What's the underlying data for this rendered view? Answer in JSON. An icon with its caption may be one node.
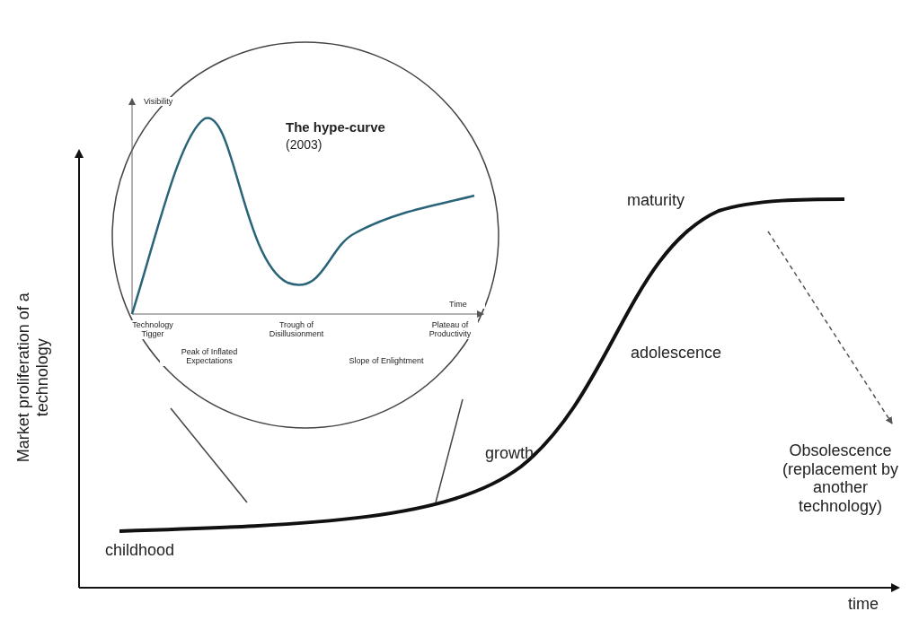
{
  "diagram": {
    "labels": [
      "Visibility",
      "The hype-curve",
      "(2003)",
      "maturity",
      "Market proliferation of a technology",
      "Time",
      "Technology Tigger",
      "Trough of Disillusionment",
      "Plateau of Productivity",
      "Peak of Inflated Expectations",
      "adolescence",
      "Slope of Enlightment",
      "growth",
      "Obsolescence (replacement by another technology)",
      "childhood",
      "time"
    ]
  }
}
